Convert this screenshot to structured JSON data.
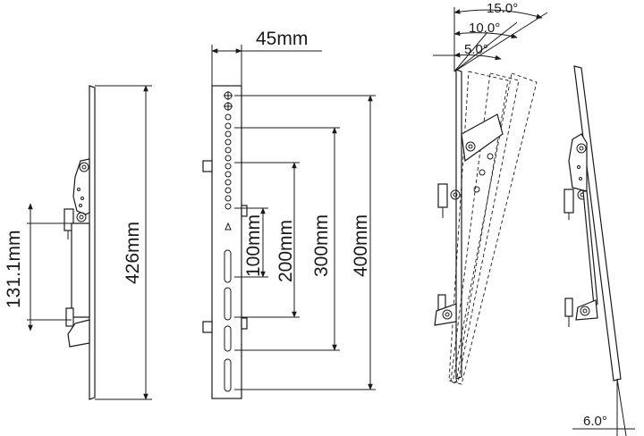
{
  "dimensions": {
    "side_height": "426mm",
    "bracket_gap": "131.1mm",
    "rail_width": "45mm",
    "spacing_100": "100mm",
    "spacing_200": "200mm",
    "spacing_300": "300mm",
    "spacing_400": "400mm"
  },
  "angles": {
    "tilt_15": "15.0°",
    "tilt_10": "10.0°",
    "tilt_5": "5.0°",
    "tilt_6": "6.0°"
  }
}
